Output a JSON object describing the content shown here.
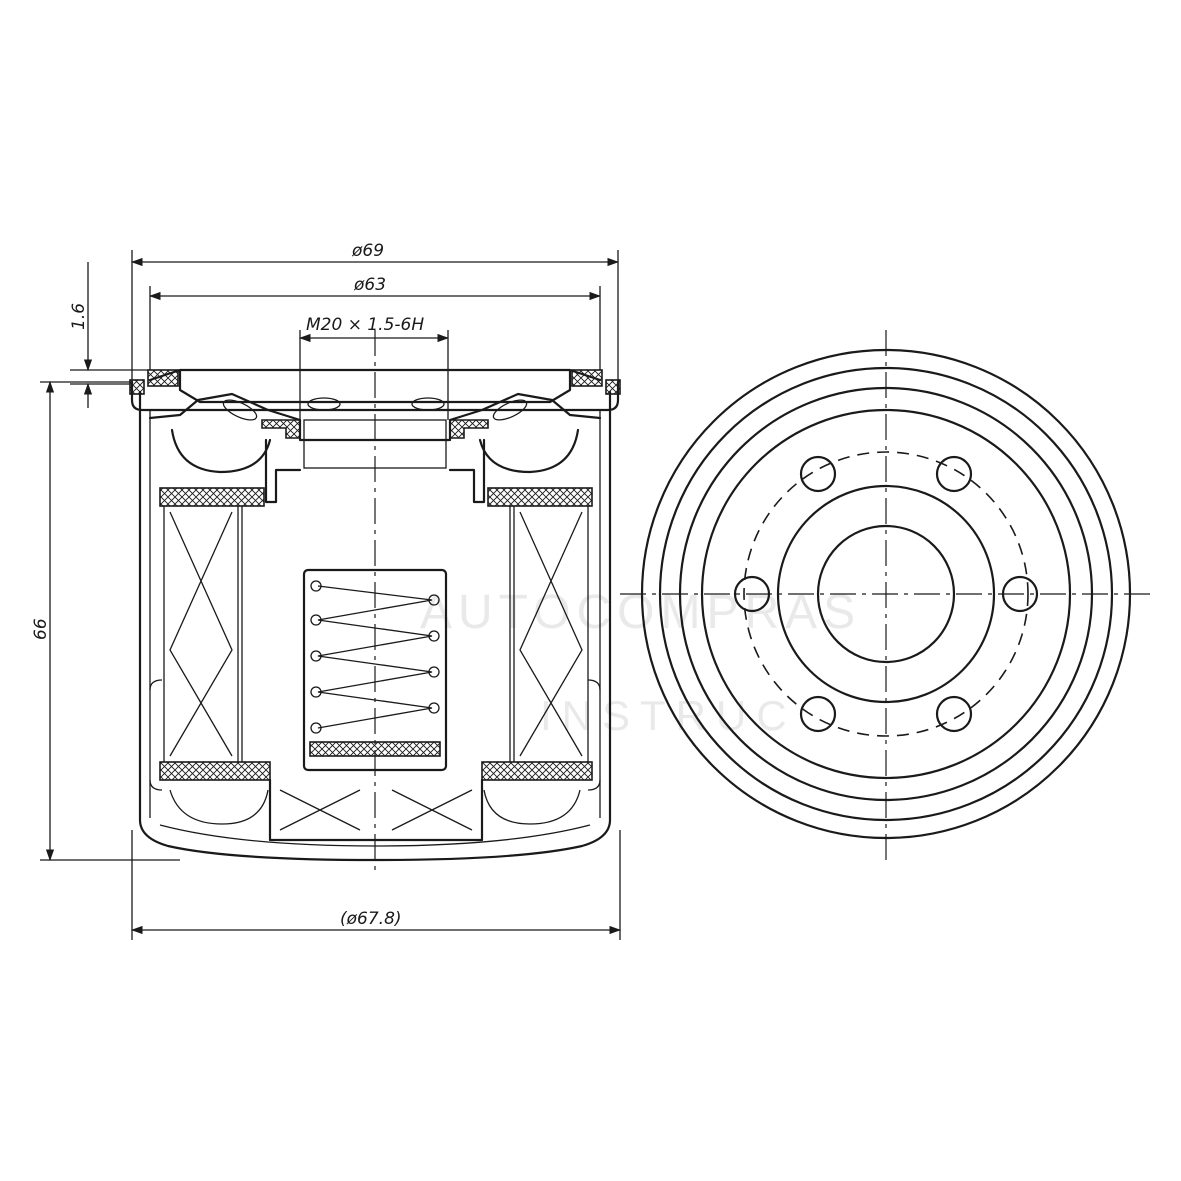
{
  "dimensions": {
    "outer_diameter": "ø69",
    "gasket_diameter": "ø63",
    "thread": "M20 × 1.5-6H",
    "gasket_height": "1.6",
    "height": "66",
    "body_diameter": "(ø67.8)"
  },
  "watermark": {
    "line1": "AUTOCOMPRAS",
    "line2": "INSTRUC"
  }
}
